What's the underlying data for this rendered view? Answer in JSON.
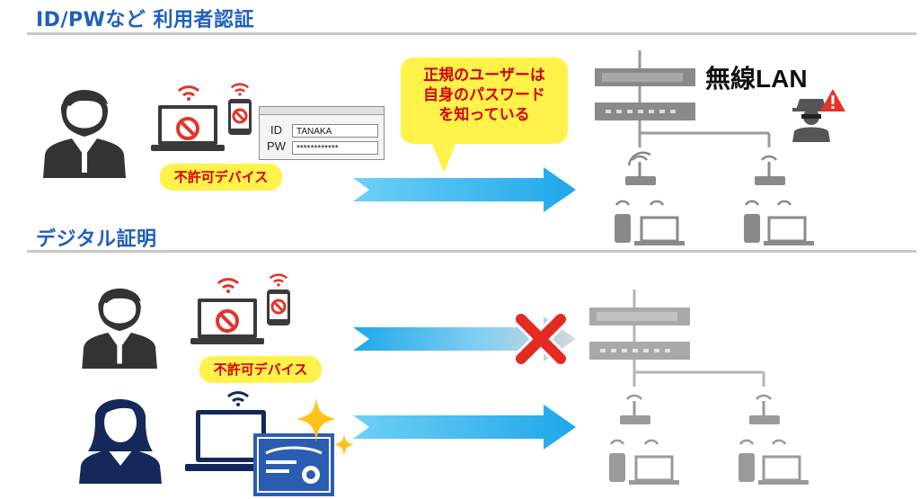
{
  "section_top": {
    "title": "ID/PWなど 利用者認証"
  },
  "section_bottom": {
    "title": "デジタル証明"
  },
  "login_form": {
    "id_label": "ID",
    "id_value": "TANAKA",
    "pw_label": "PW",
    "pw_value": "************"
  },
  "badge_top": "不許可デバイス",
  "badge_bottom": "不許可デバイス",
  "callout": {
    "line1": "正規のユーザーは",
    "line2": "自身のパスワード",
    "line3": "を知っている"
  },
  "network_label": "無線LAN",
  "colors": {
    "title_blue": "#1f5fbf",
    "arrow_blue": "#1ea7ea",
    "badge_yellow": "#fff24a",
    "badge_text": "#d40000",
    "person_dark": "#333333",
    "person_navy": "#14285a",
    "wifi_red": "#e5332a",
    "x_red": "#e32b22"
  },
  "icons": [
    "businessman-icon",
    "businesswoman-icon",
    "laptop-icon",
    "smartphone-icon",
    "prohibited-icon",
    "wifi-icon",
    "router-icon",
    "access-point-icon",
    "hacker-icon",
    "warning-icon",
    "certificate-icon",
    "sparkle-icon",
    "blocked-x-icon",
    "arrow-icon"
  ]
}
